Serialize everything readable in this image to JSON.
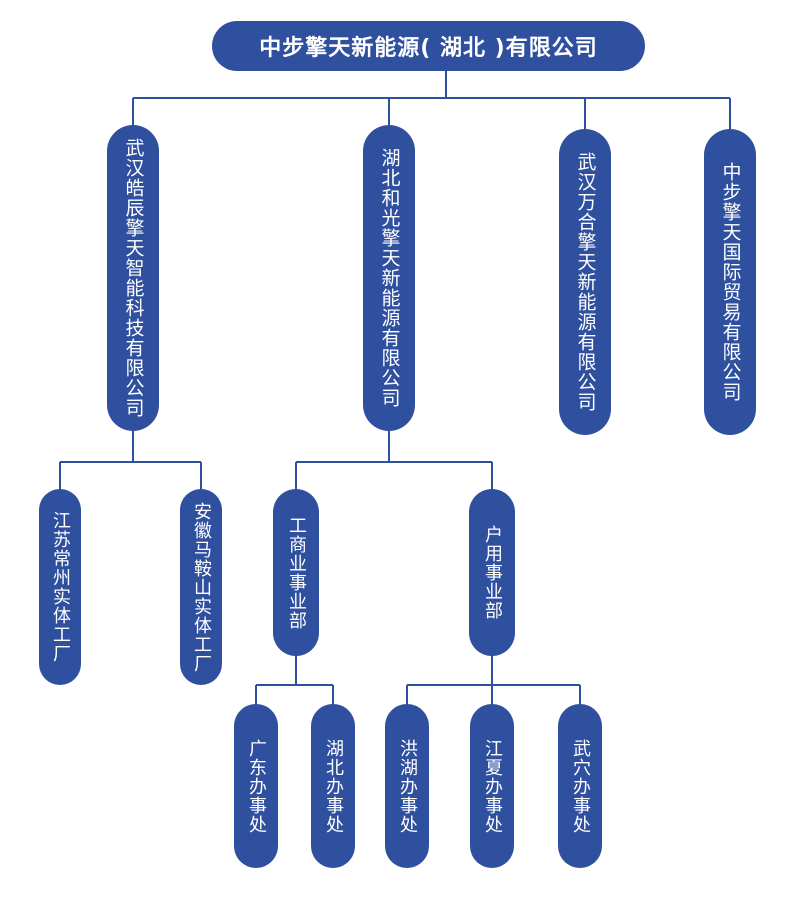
{
  "chart": {
    "root": "中步擎天新能源( 湖北 )有限公司",
    "subsidiaries": [
      "武汉皓辰擎天智能科技有限公司",
      "湖北和光擎天新能源有限公司",
      "武汉万合擎天新能源有限公司",
      "中步擎天国际贸易有限公司"
    ],
    "factories": [
      "江苏常州实体工厂",
      "安徽马鞍山实体工厂"
    ],
    "divisions": [
      "工商业事业部",
      "户用事业部"
    ],
    "commercial_offices": [
      "广东办事处",
      "湖北办事处"
    ],
    "residential_offices": [
      "洪湖办事处",
      "江夏办事处",
      "武穴办事处"
    ],
    "colors": {
      "node": "#2f4f9f",
      "line": "#2f4f9f",
      "text": "#ffffff"
    }
  }
}
